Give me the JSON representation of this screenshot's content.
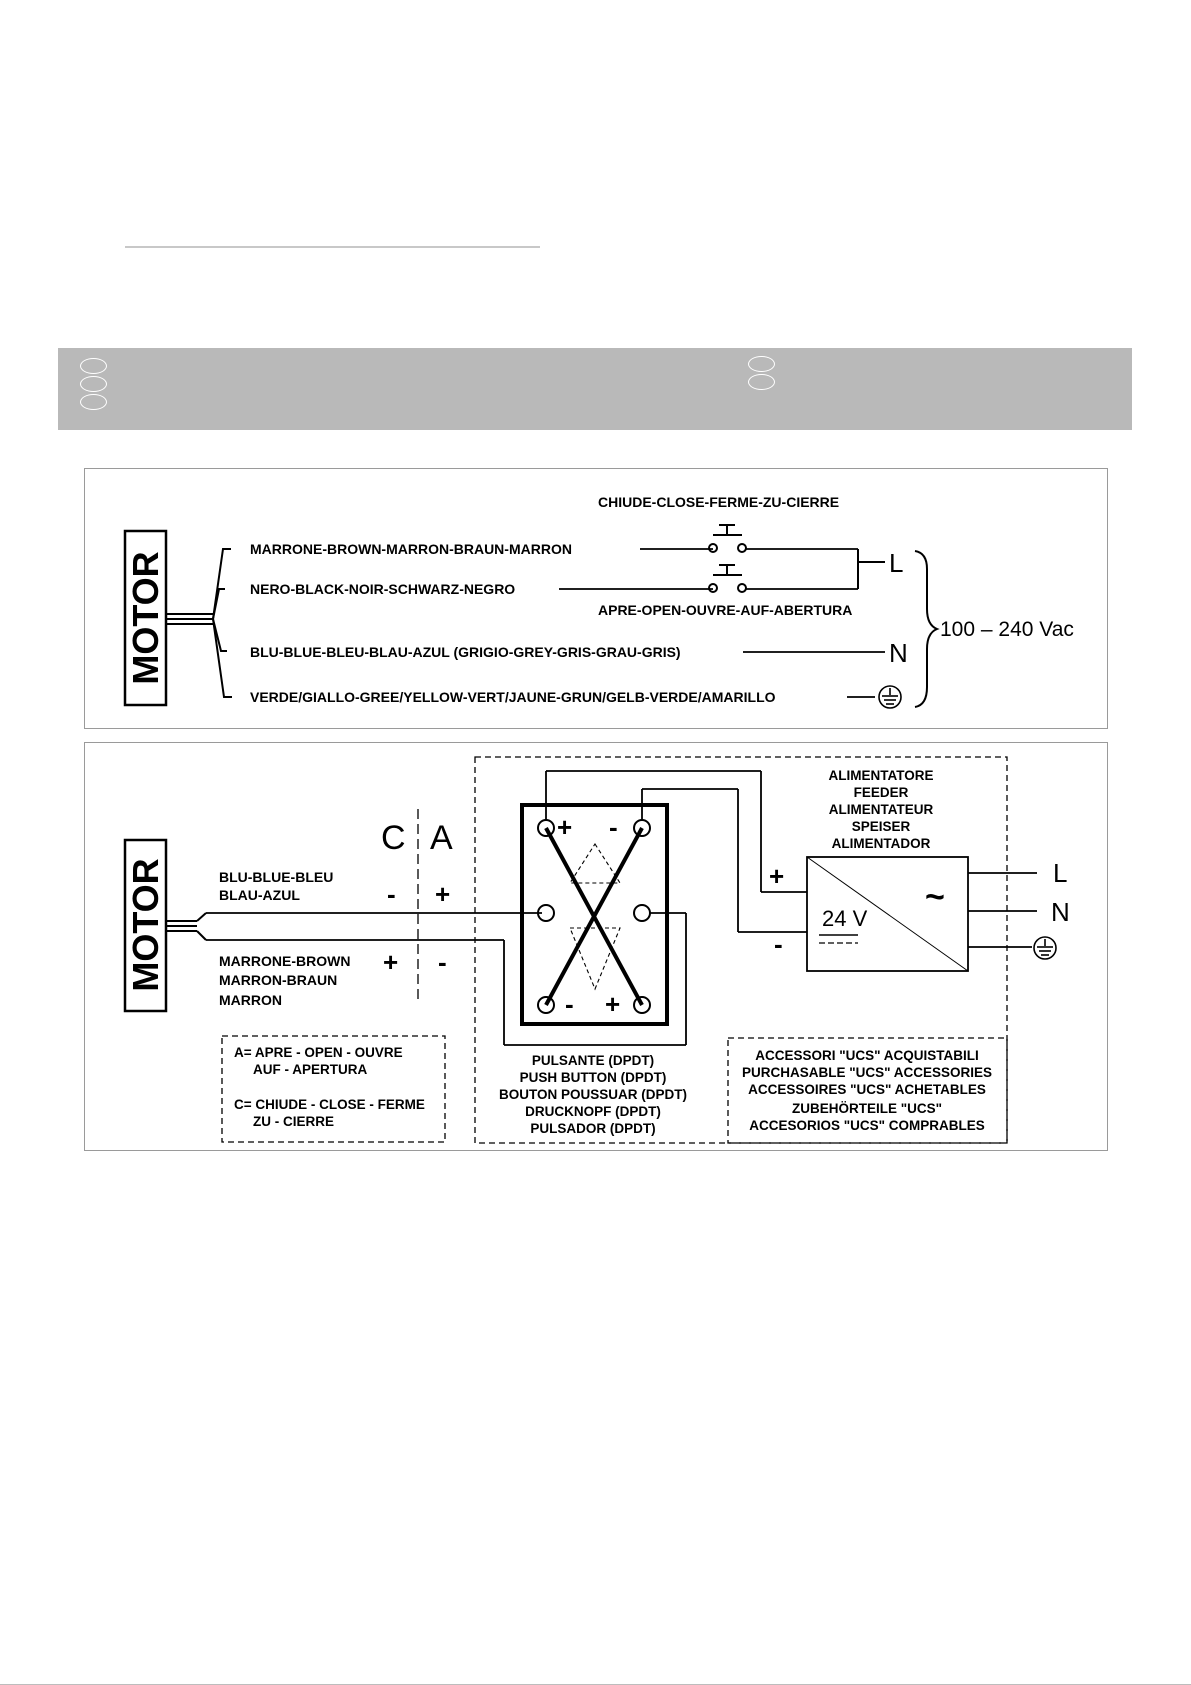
{
  "diagram1": {
    "motor_label": "MOTOR",
    "wires": [
      "MARRONE-BROWN-MARRON-BRAUN-MARRON",
      "NERO-BLACK-NOIR-SCHWARZ-NEGRO",
      "BLU-BLUE-BLEU-BLAU-AZUL (GRIGIO-GREY-GRIS-GRAU-GRIS)",
      "VERDE/GIALLO-GREE/YELLOW-VERT/JAUNE-GRUN/GELB-VERDE/AMARILLO"
    ],
    "close_label": "CHIUDE-CLOSE-FERME-ZU-CIERRE",
    "open_label": "APRE-OPEN-OUVRE-AUF-ABERTURA",
    "line_L": "L",
    "line_N": "N",
    "supply_label": "100 – 240 Vac"
  },
  "diagram2": {
    "motor_label": "MOTOR",
    "col_C": "C",
    "col_A": "A",
    "wire_blue": [
      "BLU-BLUE-BLEU",
      "BLAU-AZUL"
    ],
    "wire_brown": [
      "MARRONE-BROWN",
      "MARRON-BRAUN",
      "MARRON"
    ],
    "blue_C_sign": "-",
    "blue_A_sign": "+",
    "brown_C_sign": "+",
    "brown_A_sign": "-",
    "legend": [
      "A= APRE - OPEN - OUVRE",
      "AUF - APERTURA",
      "C= CHIUDE - CLOSE - FERME",
      "ZU - CIERRE"
    ],
    "switch_top_plus": "+",
    "switch_top_minus": "-",
    "switch_bottom_minus": "-",
    "switch_bottom_plus": "+",
    "pushbutton_label": [
      "PULSANTE (DPDT)",
      "PUSH BUTTON (DPDT)",
      "BOUTON POUSSUAR (DPDT)",
      "DRUCKNOPF (DPDT)",
      "PULSADOR (DPDT)"
    ],
    "feeder_label": [
      "ALIMENTATORE",
      "FEEDER",
      "ALIMENTATEUR",
      "SPEISER",
      "ALIMENTADOR"
    ],
    "feeder_plus": "+",
    "feeder_minus": "-",
    "feeder_voltage": "24 V",
    "feeder_ac": "~",
    "line_L": "L",
    "line_N": "N",
    "accessories_label": [
      "ACCESSORI \"UCS\" ACQUISTABILI",
      "PURCHASABLE \"UCS\" ACCESSORIES",
      "ACCESSOIRES \"UCS\" ACHETABLES",
      "ZUBEHÖRTEILE \"UCS\"",
      "ACCESORIOS \"UCS\" COMPRABLES"
    ]
  }
}
